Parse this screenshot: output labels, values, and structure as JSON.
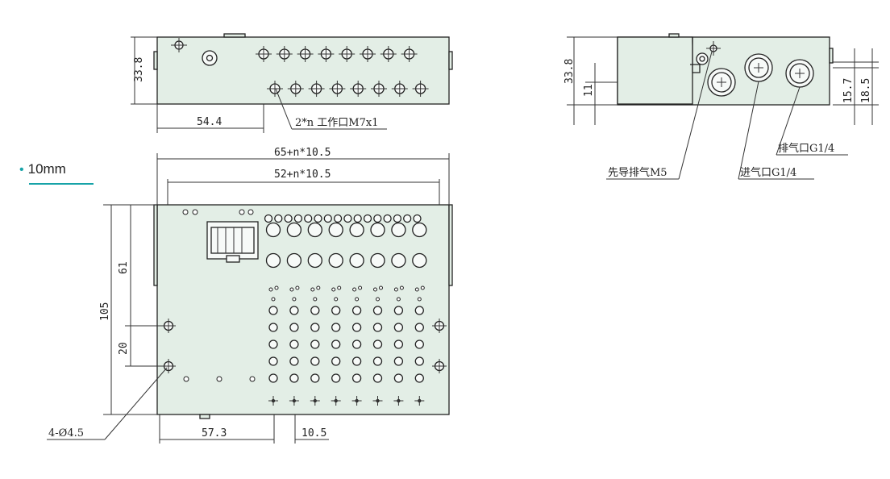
{
  "tag": {
    "bullet": "•",
    "label": "10mm"
  },
  "top_view": {
    "dim_height": "33.8",
    "dim_offset": "54.4",
    "callout_ports": "2*n 工作口M7x1"
  },
  "plan_view": {
    "dim_total_width": "65+n*10.5",
    "dim_inner_width": "52+n*10.5",
    "dim_height": "105",
    "dim_upper": "61",
    "dim_hole_spacing": "20",
    "dim_left_offset": "57.3",
    "dim_pitch": "10.5",
    "callout_mounting": "4-Ø4.5"
  },
  "side_view": {
    "dim_height": "33.8",
    "dim_low": "11",
    "dim_exhaust_height": "15.7",
    "dim_inlet_height": "18.5",
    "callout_pilot": "先导排气M5",
    "callout_exhaust": "排气口G1/4",
    "callout_inlet": "进气口G1/4"
  },
  "colors": {
    "body_fill": "#e3eee6",
    "accent": "#17a3a8",
    "line": "#222222"
  }
}
